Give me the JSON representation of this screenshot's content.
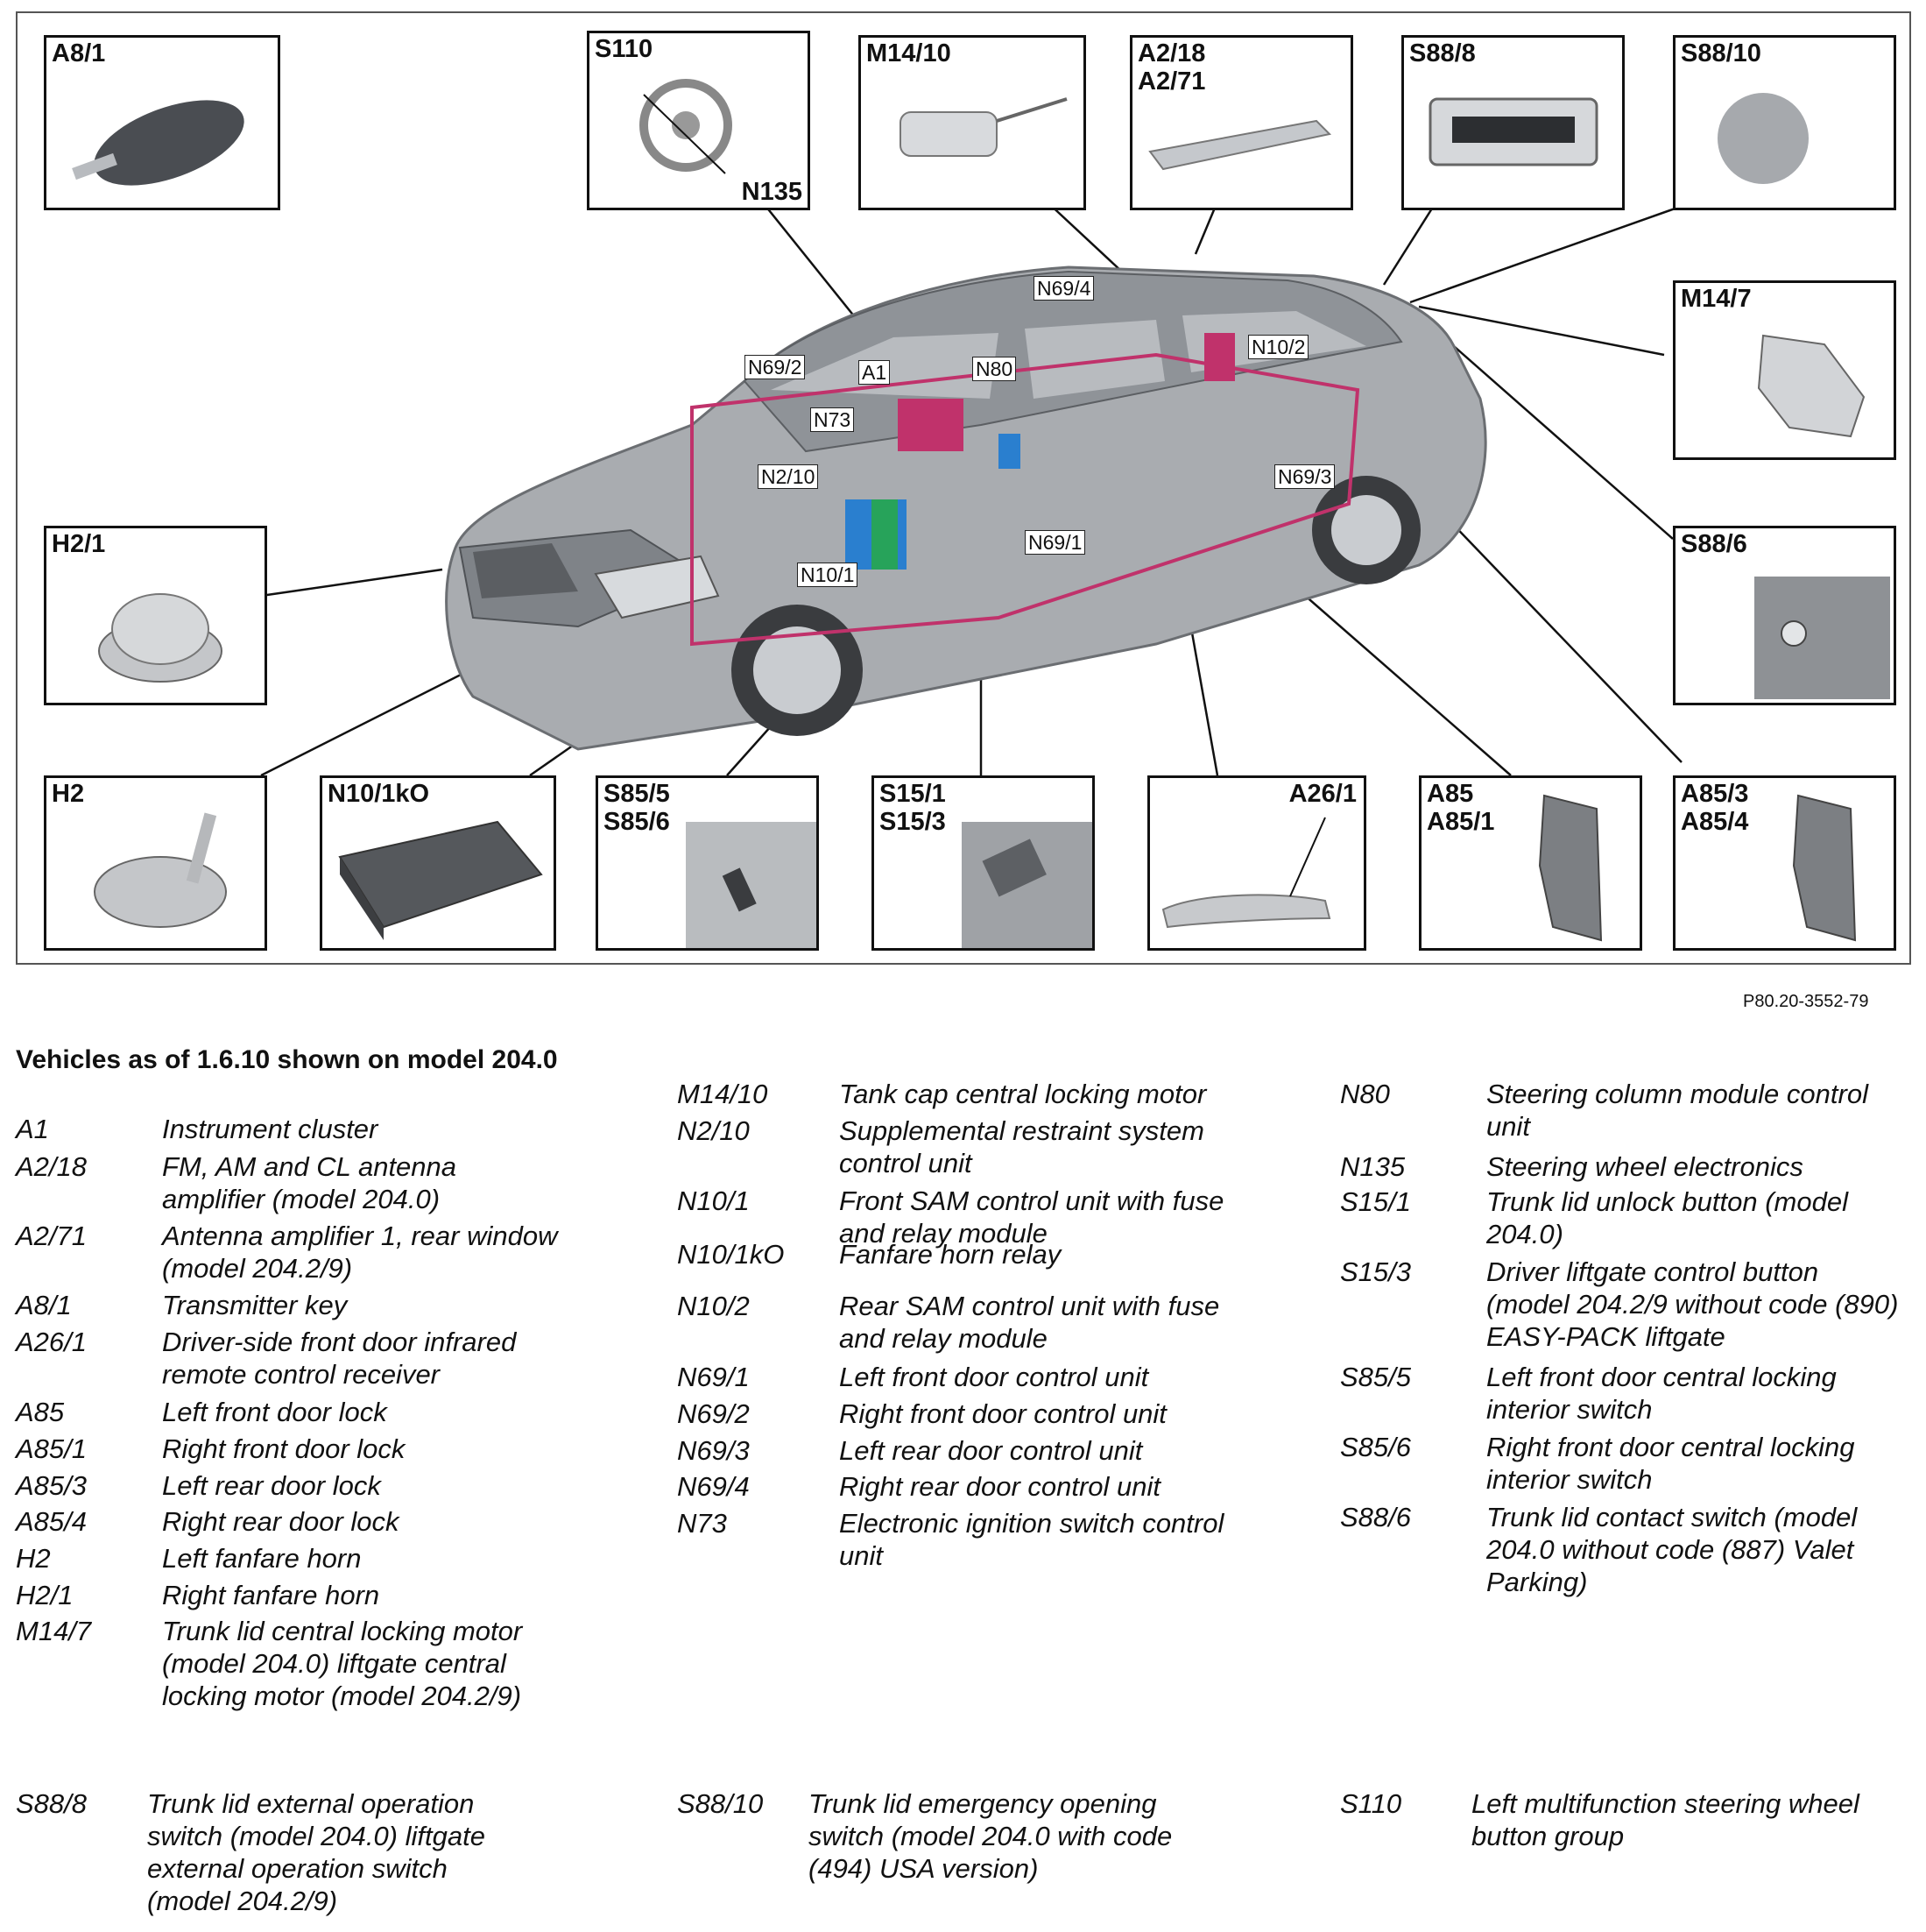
{
  "figure": {
    "id": "P80.20-3552-79",
    "component_boxes": [
      {
        "key": "a8_1",
        "label": "A8/1",
        "icon": "transmitter-key-icon"
      },
      {
        "key": "s110",
        "label": "S110",
        "sub_label": "N135",
        "icon": "steering-wheel-icon"
      },
      {
        "key": "m14_10",
        "label": "M14/10",
        "icon": "tank-cap-motor-icon"
      },
      {
        "key": "a2_18",
        "label": "A2/18\nA2/71",
        "icon": "antenna-amplifier-icon"
      },
      {
        "key": "s88_8",
        "label": "S88/8",
        "icon": "trunk-switch-icon"
      },
      {
        "key": "s88_10",
        "label": "S88/10",
        "icon": "emergency-button-icon"
      },
      {
        "key": "m14_7",
        "label": "M14/7",
        "icon": "trunk-lock-motor-icon"
      },
      {
        "key": "s88_6",
        "label": "S88/6",
        "icon": "trunk-contact-switch-icon"
      },
      {
        "key": "h2_1",
        "label": "H2/1",
        "icon": "horn-icon"
      },
      {
        "key": "h2",
        "label": "H2",
        "icon": "horn-icon"
      },
      {
        "key": "n10_1ko",
        "label": "N10/1kO",
        "icon": "fuse-box-icon"
      },
      {
        "key": "s85_5",
        "label": "S85/5\nS85/6",
        "icon": "interior-switch-icon"
      },
      {
        "key": "s15_1",
        "label": "S15/1\nS15/3",
        "icon": "trunk-button-icon"
      },
      {
        "key": "a26_1",
        "label": "A26/1",
        "icon": "door-handle-icon"
      },
      {
        "key": "a85",
        "label": "A85\nA85/1",
        "icon": "door-lock-icon"
      },
      {
        "key": "a85_3",
        "label": "A85/3\nA85/4",
        "icon": "door-lock-icon"
      }
    ],
    "car_callouts": [
      "N69/4",
      "N10/2",
      "N69/2",
      "A1",
      "N80",
      "N73",
      "N2/10",
      "N69/3",
      "N69/1",
      "N10/1"
    ]
  },
  "legend": {
    "title": "Vehicles as of 1.6.10 shown on model 204.0",
    "col1": [
      {
        "code": "A1",
        "text": "Instrument cluster"
      },
      {
        "code": "A2/18",
        "text": "FM, AM and CL antenna amplifier (model 204.0)"
      },
      {
        "code": "A2/71",
        "text": "Antenna amplifier 1, rear window (model 204.2/9)"
      },
      {
        "code": "A8/1",
        "text": "Transmitter key"
      },
      {
        "code": "A26/1",
        "text": "Driver-side front door infrared remote control receiver"
      },
      {
        "code": "A85",
        "text": "Left front door lock"
      },
      {
        "code": "A85/1",
        "text": "Right front door lock"
      },
      {
        "code": "A85/3",
        "text": "Left rear door lock"
      },
      {
        "code": "A85/4",
        "text": "Right rear door lock"
      },
      {
        "code": "H2",
        "text": "Left fanfare horn"
      },
      {
        "code": "H2/1",
        "text": "Right fanfare horn"
      },
      {
        "code": "M14/7",
        "text": "Trunk lid central locking motor (model 204.0) liftgate central locking motor (model 204.2/9)"
      }
    ],
    "col2": [
      {
        "code": "M14/10",
        "text": "Tank cap central locking motor"
      },
      {
        "code": "N2/10",
        "text": "Supplemental restraint system control unit"
      },
      {
        "code": "N10/1",
        "text": "Front SAM control unit with fuse and relay module"
      },
      {
        "code": "N10/1kO",
        "text": "Fanfare horn relay"
      },
      {
        "code": "N10/2",
        "text": "Rear SAM control unit with fuse and relay module"
      },
      {
        "code": "N69/1",
        "text": "Left front door control unit"
      },
      {
        "code": "N69/2",
        "text": "Right front door control unit"
      },
      {
        "code": "N69/3",
        "text": "Left rear door control unit"
      },
      {
        "code": "N69/4",
        "text": "Right rear door control unit"
      },
      {
        "code": "N73",
        "text": "Electronic ignition switch control unit"
      }
    ],
    "col3": [
      {
        "code": "N80",
        "text": "Steering column module control unit"
      },
      {
        "code": "N135",
        "text": "Steering wheel electronics"
      },
      {
        "code": "S15/1",
        "text": "Trunk lid unlock button (model 204.0)"
      },
      {
        "code": "S15/3",
        "text": "Driver liftgate control button (model 204.2/9 without code (890) EASY-PACK liftgate"
      },
      {
        "code": "S85/5",
        "text": "Left front door central locking interior switch"
      },
      {
        "code": "S85/6",
        "text": "Right front door central locking interior switch"
      },
      {
        "code": "S88/6",
        "text": "Trunk lid contact switch (model 204.0 without code (887) Valet Parking)"
      }
    ],
    "bottom": [
      {
        "code": "S88/8",
        "text": "Trunk lid external operation switch (model 204.0) liftgate external operation switch (model 204.2/9)"
      },
      {
        "code": "S88/10",
        "text": "Trunk lid emergency opening switch (model 204.0 with code (494) USA version)"
      },
      {
        "code": "S110",
        "text": "Left multifunction steering wheel button group"
      }
    ]
  }
}
